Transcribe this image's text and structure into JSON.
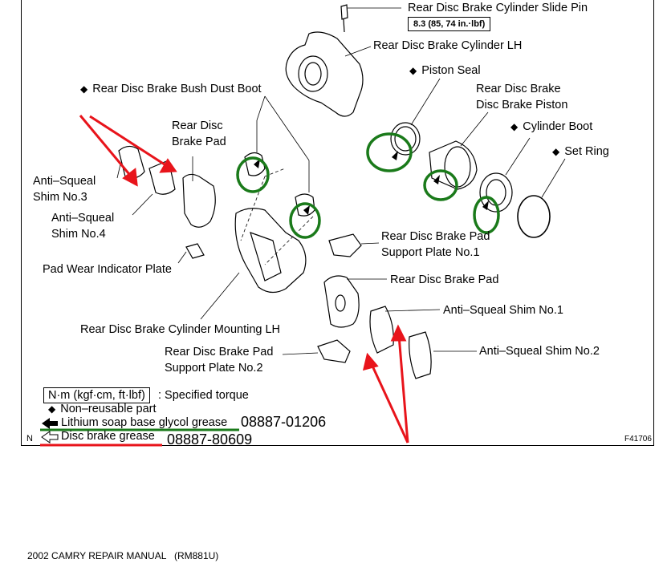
{
  "labels": {
    "slide_pin": "Rear Disc Brake Cylinder Slide Pin",
    "slide_pin_torque": "8.3 (85, 74 in.·lbf)",
    "cylinder_lh": "Rear Disc Brake Cylinder LH",
    "piston_seal": "Piston Seal",
    "piston": "Rear Disc Brake\nDisc Brake Piston",
    "cylinder_boot": "Cylinder Boot",
    "set_ring": "Set Ring",
    "bush_dust_boot": "Rear Disc Brake Bush Dust Boot",
    "brake_pad_top": "Rear Disc\nBrake Pad",
    "shim3": "Anti–Squeal\nShim No.3",
    "shim4": "Anti–Squeal\nShim No.4",
    "wear_plate": "Pad Wear Indicator Plate",
    "support_plate1": "Rear Disc Brake Pad\nSupport Plate No.1",
    "brake_pad": "Rear Disc Brake Pad",
    "shim1": "Anti–Squeal Shim No.1",
    "mounting_lh": "Rear Disc Brake Cylinder Mounting LH",
    "support_plate2": "Rear Disc Brake Pad\nSupport Plate No.2",
    "shim2": "Anti–Squeal Shim No.2"
  },
  "legend": {
    "torque_box": "N·m (kgf·cm, ft·lbf)",
    "torque_text": ": Specified torque",
    "nonreusable": "Non–reusable part",
    "lithium": "Lithium soap base glycol grease",
    "lithium_part": "08887-01206",
    "disc_grease": "Disc brake grease",
    "disc_part": "08887-80609",
    "marker_n": "N",
    "figure_code": "F41706"
  },
  "diamond_symbol": "◆",
  "footer": "2002 CAMRY REPAIR MANUAL   (RM881U)",
  "colors": {
    "annotation_red": "#e8141b",
    "annotation_green": "#1a7a1a"
  }
}
